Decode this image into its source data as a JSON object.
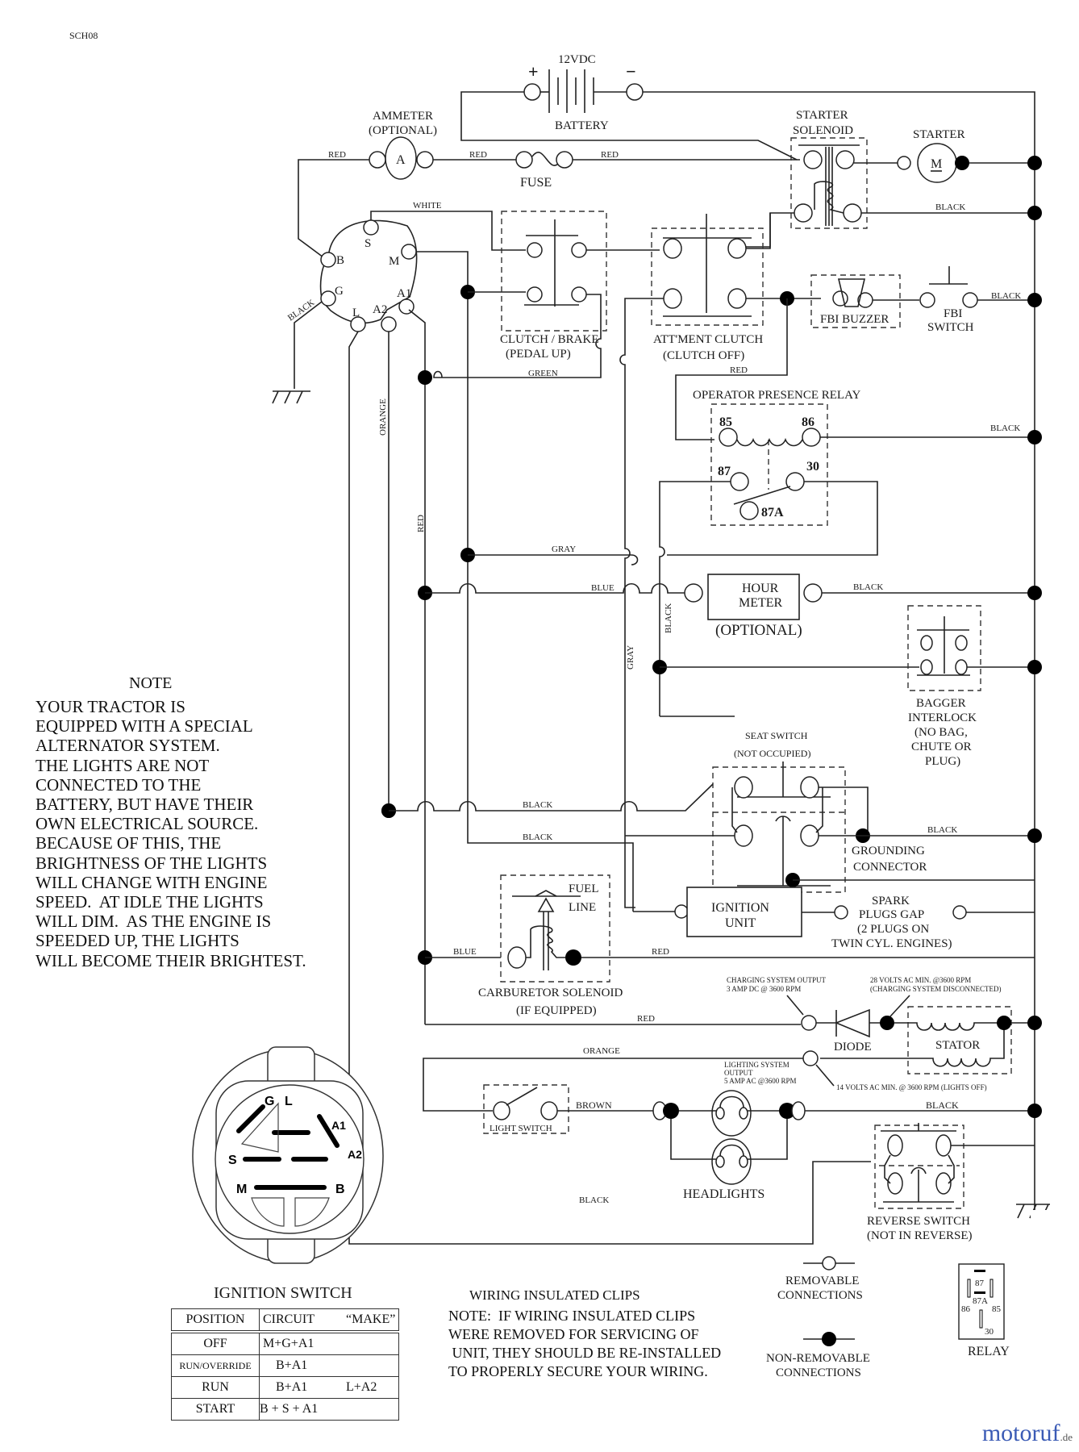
{
  "doc_id": "SCH08",
  "components": {
    "battery": {
      "label": "BATTERY",
      "voltage": "12VDC",
      "plus": "+",
      "minus": "−"
    },
    "ammeter": {
      "label": "AMMETER",
      "sub": "(OPTIONAL)",
      "symbol": "A"
    },
    "fuse": {
      "label": "FUSE"
    },
    "starter_solenoid": {
      "line1": "STARTER",
      "line2": "SOLENOID"
    },
    "starter": {
      "label": "STARTER",
      "symbol": "M"
    },
    "clutch_brake": {
      "line1": "CLUTCH / BRAKE",
      "line2": "(PEDAL UP)"
    },
    "attment_clutch": {
      "line1": "ATT'MENT CLUTCH",
      "line2": "(CLUTCH OFF)"
    },
    "fbi_buzzer": {
      "label": "FBI BUZZER"
    },
    "fbi_switch": {
      "line1": "FBI",
      "line2": "SWITCH"
    },
    "op_relay": {
      "label": "OPERATOR PRESENCE RELAY",
      "t85": "85",
      "t86": "86",
      "t87": "87",
      "t30": "30",
      "t87a": "87A"
    },
    "hour_meter": {
      "line1": "HOUR",
      "line2": "METER",
      "sub": "(OPTIONAL)"
    },
    "bagger": {
      "lines": [
        "BAGGER",
        "INTERLOCK",
        "(NO BAG,",
        "CHUTE OR",
        "PLUG)"
      ]
    },
    "seat_switch": {
      "line1": "SEAT SWITCH",
      "line2": "(NOT OCCUPIED)"
    },
    "grounding": {
      "line1": "GROUNDING",
      "line2": "CONNECTOR"
    },
    "ignition_unit": {
      "line1": "IGNITION",
      "line2": "UNIT"
    },
    "spark": {
      "lines": [
        "SPARK",
        "PLUGS GAP",
        "(2 PLUGS ON",
        "TWIN CYL. ENGINES)"
      ]
    },
    "carb": {
      "fuel1": "FUEL",
      "fuel2": "LINE",
      "line1": "CARBURETOR SOLENOID",
      "line2": "(IF EQUIPPED)"
    },
    "charging": {
      "line1": "CHARGING SYSTEM OUTPUT",
      "line2": "3 AMP DC @ 3600 RPM"
    },
    "volts28": {
      "line1": "28 VOLTS AC MIN. @3600 RPM",
      "line2": "(CHARGING SYSTEM DISCONNECTED)"
    },
    "diode": {
      "label": "DIODE"
    },
    "stator": {
      "label": "STATOR"
    },
    "lighting": {
      "line1": "LIGHTING SYSTEM",
      "line2": "OUTPUT",
      "line3": "5 AMP AC @3600 RPM"
    },
    "volts14": {
      "label": "14 VOLTS AC MIN. @ 3600 RPM (LIGHTS OFF)"
    },
    "light_switch": {
      "label": "LIGHT SWITCH"
    },
    "headlights": {
      "label": "HEADLIGHTS"
    },
    "reverse": {
      "line1": "REVERSE SWITCH",
      "line2": "(NOT IN REVERSE)"
    },
    "ign_switch_pins": {
      "B": "B",
      "S": "S",
      "M": "M",
      "G": "G",
      "L": "L",
      "A2": "A2",
      "A1": "A1"
    }
  },
  "wires": {
    "red": "RED",
    "white": "WHITE",
    "black": "BLACK",
    "green": "GREEN",
    "gray": "GRAY",
    "blue": "BLUE",
    "orange": "ORANGE",
    "brown": "BROWN"
  },
  "note": {
    "title": "NOTE",
    "body": "YOUR TRACTOR IS\nEQUIPPED WITH A SPECIAL\nALTERNATOR SYSTEM.\nTHE LIGHTS ARE NOT\nCONNECTED TO THE\nBATTERY, BUT HAVE THEIR\nOWN ELECTRICAL SOURCE.\nBECAUSE OF THIS, THE\nBRIGHTNESS OF THE LIGHTS\nWILL CHANGE WITH ENGINE\nSPEED.  AT IDLE THE LIGHTS\nWILL DIM.  AS THE ENGINE IS\nSPEEDED UP, THE LIGHTS\nWILL BECOME THEIR BRIGHTEST."
  },
  "ignition_switch": {
    "title": "IGNITION SWITCH",
    "face_labels": {
      "G": "G",
      "L": "L",
      "A1": "A1",
      "A2": "A2",
      "S": "S",
      "M": "M",
      "B": "B"
    },
    "headers": [
      "POSITION",
      "CIRCUIT",
      "“MAKE”"
    ],
    "rows": [
      {
        "position": "OFF",
        "circuit": "M+G+A1",
        "make": ""
      },
      {
        "position": "RUN/OVERRIDE",
        "circuit": "B+A1",
        "make": ""
      },
      {
        "position": "RUN",
        "circuit": "B+A1",
        "make": "L+A2"
      },
      {
        "position": "START",
        "circuit": "B + S + A1",
        "make": ""
      }
    ]
  },
  "clips": {
    "title": "WIRING INSULATED CLIPS",
    "body": "NOTE:  IF WIRING INSULATED CLIPS\nWERE REMOVED FOR SERVICING OF\n UNIT, THEY SHOULD BE RE-INSTALLED\nTO PROPERLY SECURE YOUR WIRING."
  },
  "legend": {
    "removable": [
      "REMOVABLE",
      "CONNECTIONS"
    ],
    "nonremovable": [
      "NON-REMOVABLE",
      "CONNECTIONS"
    ],
    "relay": {
      "label": "RELAY",
      "t87": "87",
      "t87a": "87A",
      "t86": "86",
      "t85": "85",
      "t30": "30"
    }
  },
  "logo": {
    "main": "motoruf",
    "suffix": ".de"
  }
}
